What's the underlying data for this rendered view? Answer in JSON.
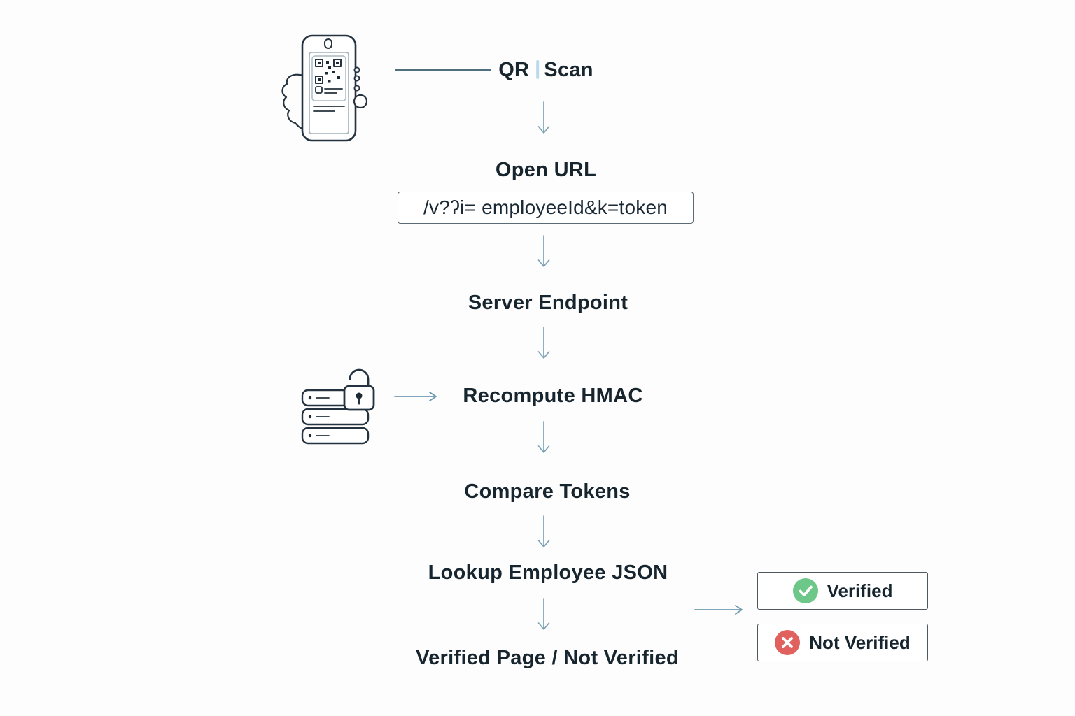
{
  "flow": {
    "qr_scan": {
      "part1": "QR",
      "part2": "Scan"
    },
    "open_url": "Open URL",
    "url": "/v?ʔi= employeeId&k=token",
    "server_endpoint": "Server Endpoint",
    "recompute_hmac": "Recompute HMAC",
    "compare_tokens": "Compare Tokens",
    "lookup_employee_json": "Lookup Employee JSON",
    "final_step": "Verified Page / Not Verified"
  },
  "outcomes": {
    "verified": "Verified",
    "not_verified": "Not Verified"
  },
  "icons": {
    "phone": "phone-qr-scan-icon",
    "server_lock": "server-lock-icon",
    "check": "check-circle-icon",
    "cross": "x-circle-icon",
    "arrow_down": "arrow-down-icon",
    "arrow_right": "arrow-right-icon",
    "caret": "text-caret"
  },
  "colors": {
    "text": "#17252f",
    "arrow": "#7aa2b5",
    "connector_line": "#51707f",
    "verified_green": "#6cc789",
    "not_verified_red": "#e0615d",
    "caret_blue": "#b9d9ec",
    "box_border": "#4d585f",
    "url_box_border": "#5a6b76"
  }
}
